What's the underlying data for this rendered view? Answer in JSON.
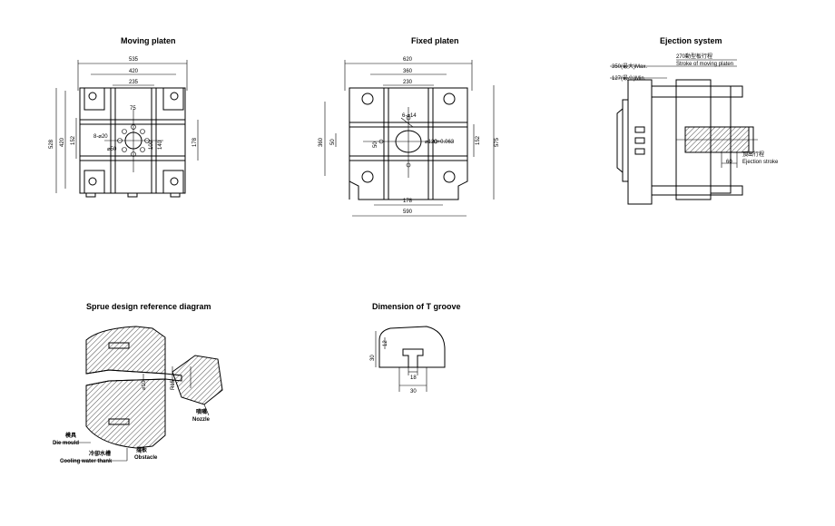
{
  "titles": {
    "moving_platen": "Moving platen",
    "fixed_platen": "Fixed platen",
    "ejection_system": "Ejection system",
    "sprue_diagram": "Sprue design reference diagram",
    "t_groove": "Dimension of T groove"
  },
  "moving_platen": {
    "w_535": "535",
    "w_420": "420",
    "w_235": "235",
    "h_528": "528",
    "h_420": "420",
    "h_152": "152",
    "d_75": "75",
    "holes_8": "8-⌀20",
    "d_50": "⌀50",
    "d_100": "100",
    "d_140": "140",
    "d_178": "178"
  },
  "fixed_platen": {
    "w_620": "620",
    "w_360": "360",
    "w_230": "230",
    "h_360": "360",
    "h_50": "50",
    "holes_6": "6-⌀14",
    "d_50": "50",
    "bore": "⌀120+0.063",
    "d_152": "152",
    "d_575": "575",
    "w_178": "178",
    "w_590": "590"
  },
  "ejection": {
    "max_label": "350(最大)Max.",
    "min_label": "127(最小)Min.",
    "stroke_cn": "270動型板行程",
    "stroke_en": "Stroke of moving platen",
    "eject_60": "60",
    "eject_cn": "頂出行程",
    "eject_en": "Ejection stroke"
  },
  "sprue": {
    "d_10": "⌀10",
    "r_15": "R15",
    "nozzle_cn": "噴嘴",
    "nozzle_en": "Nozzle",
    "die_cn": "模具",
    "die_en": "Die mould",
    "water_cn": "冷卻水槽",
    "water_en": "Cooling water thank",
    "obstacle_cn": "擋板",
    "obstacle_en": "Obstacle"
  },
  "t_groove": {
    "d_30_v": "30",
    "d_12": "12",
    "d_18": "18",
    "d_30_h": "30"
  }
}
